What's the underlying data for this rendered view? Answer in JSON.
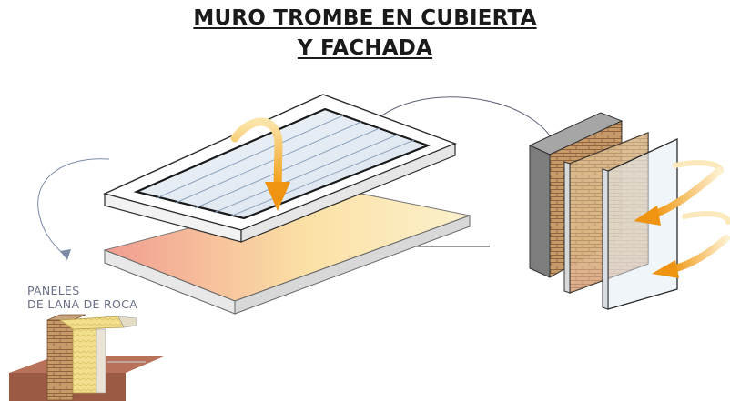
{
  "title": {
    "line1": "MURO TROMBE EN CUBIERTA",
    "line2": "Y FACHADA"
  },
  "caption": {
    "line1": "PANELES",
    "line2": "DE LANA DE ROCA"
  },
  "colors": {
    "frame": "#ffffff",
    "frame_stroke": "#333333",
    "glass": "#dfe8f2",
    "absorber_gradient": [
      "#f3a193",
      "#fbe2a6",
      "#fbf2ce"
    ],
    "brick": "#c59564",
    "concrete": "#8f8f8f",
    "arrow": "#f3a61c",
    "connector": "#6a6f88"
  },
  "icons": [
    "roof-heat-arrow",
    "facade-heat-arrow",
    "brick-wall",
    "insulation-panel"
  ]
}
